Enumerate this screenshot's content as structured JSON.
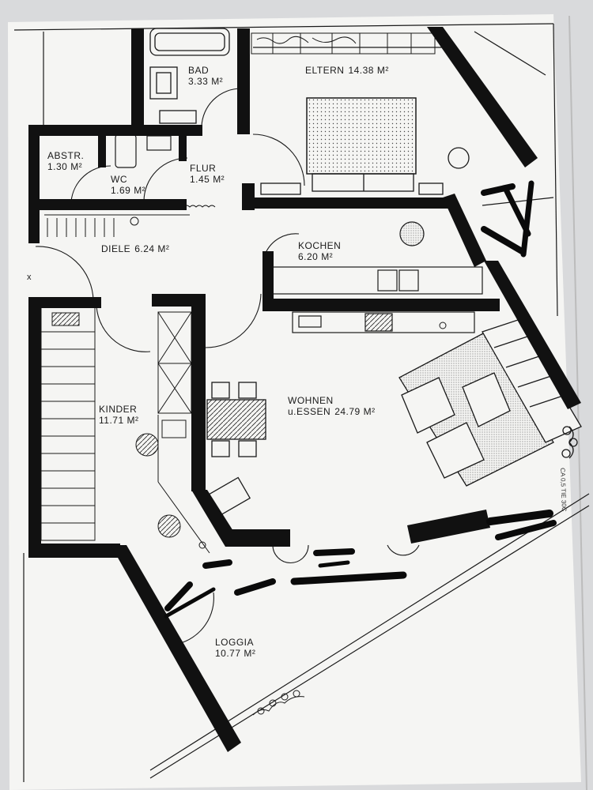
{
  "colors": {
    "sheet": "#f5f5f3",
    "backdrop": "#d9dadc",
    "wall": "#111111",
    "line": "#1a1a1a"
  },
  "rooms": [
    {
      "id": "bad",
      "name": "BAD",
      "area": "3.33 M²"
    },
    {
      "id": "eltern",
      "name": "ELTERN",
      "area": "14.38 M²"
    },
    {
      "id": "abstr",
      "name": "ABSTR.",
      "area": "1.30 M²"
    },
    {
      "id": "wc",
      "name": "WC",
      "area": "1.69 M²"
    },
    {
      "id": "flur",
      "name": "FLUR",
      "area": "1.45 M²"
    },
    {
      "id": "diele",
      "name": "DIELE",
      "area": "6.24 M²"
    },
    {
      "id": "kochen",
      "name": "KOCHEN",
      "area": "6.20 M²"
    },
    {
      "id": "kinder",
      "name": "KINDER",
      "area": "11.71 M²"
    },
    {
      "id": "wohnen",
      "name": "WOHNEN",
      "name2": "u.ESSEN",
      "area": "24.79 M²"
    },
    {
      "id": "loggia",
      "name": "LOGGIA",
      "area": "10.77 M²"
    }
  ],
  "door_mark": "x",
  "margin_note": "CA 0,5 TIE 30C"
}
